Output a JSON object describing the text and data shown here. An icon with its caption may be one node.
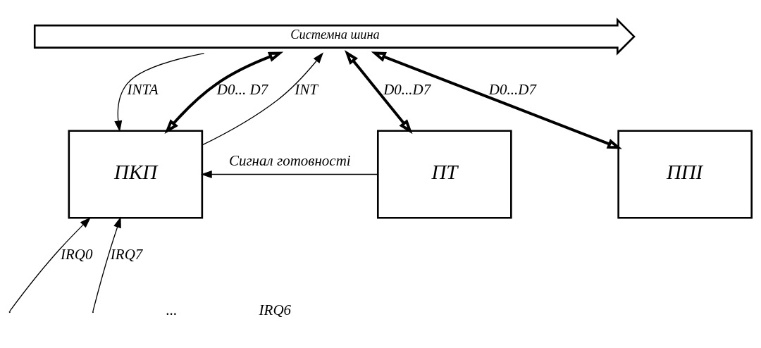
{
  "diagram": {
    "nodes": [
      {
        "text": [
          "Системна шина"
        ]
      },
      {
        "text": [
          "ПКП"
        ]
      },
      {
        "text": [
          "ПТ"
        ]
      },
      {
        "text": [
          "ППІ"
        ]
      }
    ],
    "edges": [
      {
        "from": 0,
        "to": 1,
        "arrow": "to",
        "label": "INTA"
      },
      {
        "from": 0,
        "to": 1,
        "arrow": "both",
        "style": "thick",
        "label": "D0... D7"
      },
      {
        "from": 1,
        "to": 0,
        "arrow": "to",
        "label": "INT"
      },
      {
        "from": 0,
        "to": 2,
        "arrow": "both",
        "style": "thick",
        "label": "D0...D7"
      },
      {
        "from": 0,
        "to": 3,
        "arrow": "both",
        "style": "thick",
        "label": "D0...D7"
      },
      {
        "from": null,
        "to": 1,
        "arrow": "to",
        "label": "IRQ0"
      },
      {
        "from": 2,
        "to": 1,
        "arrow": "to",
        "label": "Сигнал готовності"
      },
      {
        "from": null,
        "to": 1,
        "arrow": "to",
        "label": "IRQ7"
      }
    ],
    "labels": [
      "...",
      "IRQ6"
    ]
  }
}
